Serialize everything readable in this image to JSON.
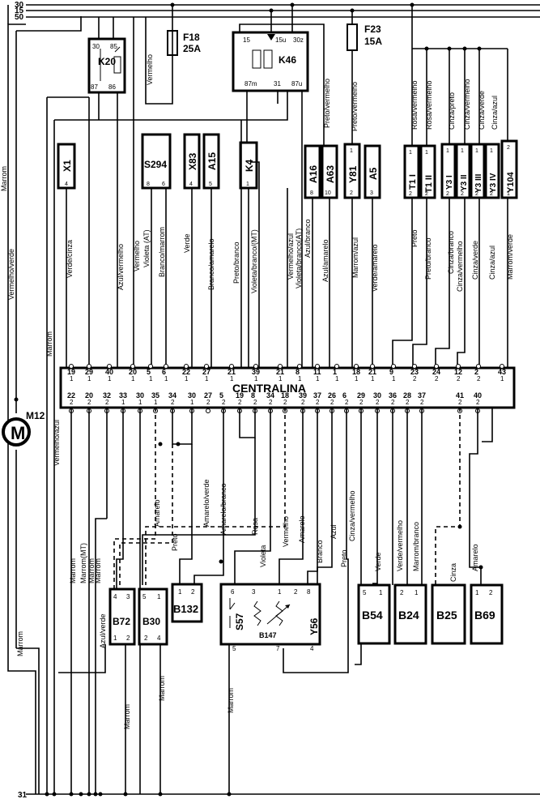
{
  "rails": {
    "top": [
      "30",
      "15",
      "50"
    ],
    "ground": "31"
  },
  "fuses": [
    {
      "id": "F18",
      "rating": "25A"
    },
    {
      "id": "F23",
      "rating": "15A"
    }
  ],
  "relays": [
    {
      "id": "K20",
      "pins": [
        "30",
        "85",
        "87",
        "86"
      ]
    },
    {
      "id": "K46",
      "pins": [
        "15",
        "15u",
        "30z",
        "87m",
        "31",
        "87u"
      ]
    }
  ],
  "motor": {
    "id": "M12",
    "symbol": "M"
  },
  "ecu": {
    "name": "CENTRALINA",
    "top_pins": [
      {
        "pin": "19",
        "sub": "1"
      },
      {
        "pin": "29",
        "sub": "1"
      },
      {
        "pin": "40",
        "sub": "1"
      },
      {
        "pin": "20",
        "sub": "1"
      },
      {
        "pin": "5",
        "sub": "1"
      },
      {
        "pin": "6",
        "sub": "1"
      },
      {
        "pin": "22",
        "sub": "1"
      },
      {
        "pin": "27",
        "sub": "1"
      },
      {
        "pin": "21",
        "sub": "1"
      },
      {
        "pin": "39",
        "sub": "1"
      },
      {
        "pin": "21",
        "sub": "1"
      },
      {
        "pin": "8",
        "sub": "1"
      },
      {
        "pin": "11",
        "sub": "1"
      },
      {
        "pin": "1",
        "sub": "1"
      },
      {
        "pin": "18",
        "sub": "1"
      },
      {
        "pin": "21",
        "sub": "1"
      },
      {
        "pin": "9",
        "sub": "1"
      },
      {
        "pin": "23",
        "sub": "2"
      },
      {
        "pin": "24",
        "sub": "2"
      },
      {
        "pin": "12",
        "sub": "2"
      },
      {
        "pin": "2",
        "sub": "2"
      },
      {
        "pin": "43",
        "sub": "1"
      }
    ],
    "bottom_pins": [
      {
        "pin": "22",
        "sub": "2"
      },
      {
        "pin": "20",
        "sub": "2"
      },
      {
        "pin": "32",
        "sub": "2"
      },
      {
        "pin": "33",
        "sub": "1"
      },
      {
        "pin": "30",
        "sub": "1"
      },
      {
        "pin": "35",
        "sub": "1"
      },
      {
        "pin": "34",
        "sub": "2"
      },
      {
        "pin": "30",
        "sub": "1"
      },
      {
        "pin": "27",
        "sub": "2"
      },
      {
        "pin": "5",
        "sub": "2"
      },
      {
        "pin": "19",
        "sub": "2"
      },
      {
        "pin": "8",
        "sub": "2"
      },
      {
        "pin": "34",
        "sub": "2"
      },
      {
        "pin": "18",
        "sub": "2"
      },
      {
        "pin": "39",
        "sub": "2"
      },
      {
        "pin": "37",
        "sub": "2"
      },
      {
        "pin": "26",
        "sub": "2"
      },
      {
        "pin": "6",
        "sub": "2"
      },
      {
        "pin": "29",
        "sub": "2"
      },
      {
        "pin": "30",
        "sub": "2"
      },
      {
        "pin": "36",
        "sub": "2"
      },
      {
        "pin": "28",
        "sub": "2"
      },
      {
        "pin": "37",
        "sub": "2"
      },
      {
        "pin": "41",
        "sub": "2"
      },
      {
        "pin": "40",
        "sub": "2"
      }
    ]
  },
  "top_components": [
    {
      "id": "X1",
      "pin": "4"
    },
    {
      "id": "S294",
      "pins": [
        "8",
        "6"
      ]
    },
    {
      "id": "X83",
      "pin": "4"
    },
    {
      "id": "A15",
      "pin": "5"
    },
    {
      "id": "K4",
      "pin": "1"
    },
    {
      "id": "A16",
      "pin": "8"
    },
    {
      "id": "A63",
      "pin": "10"
    },
    {
      "id": "Y81",
      "pins": [
        "1",
        "2"
      ]
    },
    {
      "id": "A5",
      "pin": "3"
    },
    {
      "id": "T1 I",
      "pins": [
        "1",
        "2"
      ]
    },
    {
      "id": "T1 II",
      "pins": [
        "1",
        "2"
      ]
    },
    {
      "id": "Y3 I",
      "pins": [
        "1",
        "2"
      ]
    },
    {
      "id": "Y3 II",
      "pins": [
        "1",
        "2"
      ]
    },
    {
      "id": "Y3 III",
      "pins": [
        "1",
        "2"
      ]
    },
    {
      "id": "Y3 IV",
      "pins": [
        "1",
        "2"
      ]
    },
    {
      "id": "Y104",
      "pins": [
        "2",
        "1"
      ]
    }
  ],
  "bottom_components": [
    {
      "id": "B72",
      "pins": [
        "4",
        "3",
        "1",
        "2"
      ]
    },
    {
      "id": "B30",
      "pins": [
        "5",
        "1",
        "2",
        "4"
      ]
    },
    {
      "id": "B132",
      "pins": [
        "1",
        "2"
      ]
    },
    {
      "id": "S57",
      "pins": [
        "6",
        "5"
      ]
    },
    {
      "id": "B147",
      "pins": [
        "3",
        "1",
        "2"
      ]
    },
    {
      "id": "Y56",
      "pins": [
        "8",
        "7",
        "4"
      ]
    },
    {
      "id": "B54",
      "pins": [
        "5",
        "1"
      ]
    },
    {
      "id": "B24",
      "pins": [
        "2",
        "1"
      ]
    },
    {
      "id": "B25",
      "pins": []
    },
    {
      "id": "B69",
      "pins": [
        "1",
        "2"
      ]
    }
  ],
  "upper_wire_labels": [
    "Vermelho",
    "Preto/vermelho",
    "Preto/vermelho",
    "Rosa/vermelho",
    "Rosa/vermelho",
    "Cinza/preto",
    "Cinza/vermelho",
    "Cinza/verde",
    "Cinza/azul",
    "Marrom",
    "Vermelho/verde",
    "Marrom",
    "Vermelho/azul"
  ],
  "mid_wire_labels": [
    "Verde/cinza",
    "Azul/vermelho",
    "Vermelho",
    "Violeta (AT)",
    "Branco/marrom",
    "Verde",
    "Branco/amarelo",
    "Preto/branco",
    "Violeta/branco/(MT)",
    "Vermelho/azul",
    "Violeta/branco(AT)",
    "Azul/branco",
    "Azul/amarelo",
    "Marrom/azul",
    "Verde/amarelo",
    "Preto",
    "Preto/branco",
    "Cinza/branco",
    "Cinza/vermelho",
    "Cinza/verde",
    "Cinza/azul",
    "Marrom/verde"
  ],
  "lower_wire_labels": [
    "Marrom",
    "Marrom(MT)",
    "Marrom",
    "Marrom",
    "Azul/verde",
    "Amarelo",
    "Preto",
    "Amarelo/verde",
    "Amarelo/branco",
    "Rosa",
    "Violeta",
    "Vermelho",
    "Amarelo",
    "Branco",
    "Azul",
    "Preto",
    "Cinza/vermelho",
    "Verde",
    "Verde/vermelho",
    "Marrom/branco",
    "Cinza",
    "Amarelo",
    "Marrom",
    "Marrom",
    "Marrom",
    "Marrom"
  ]
}
